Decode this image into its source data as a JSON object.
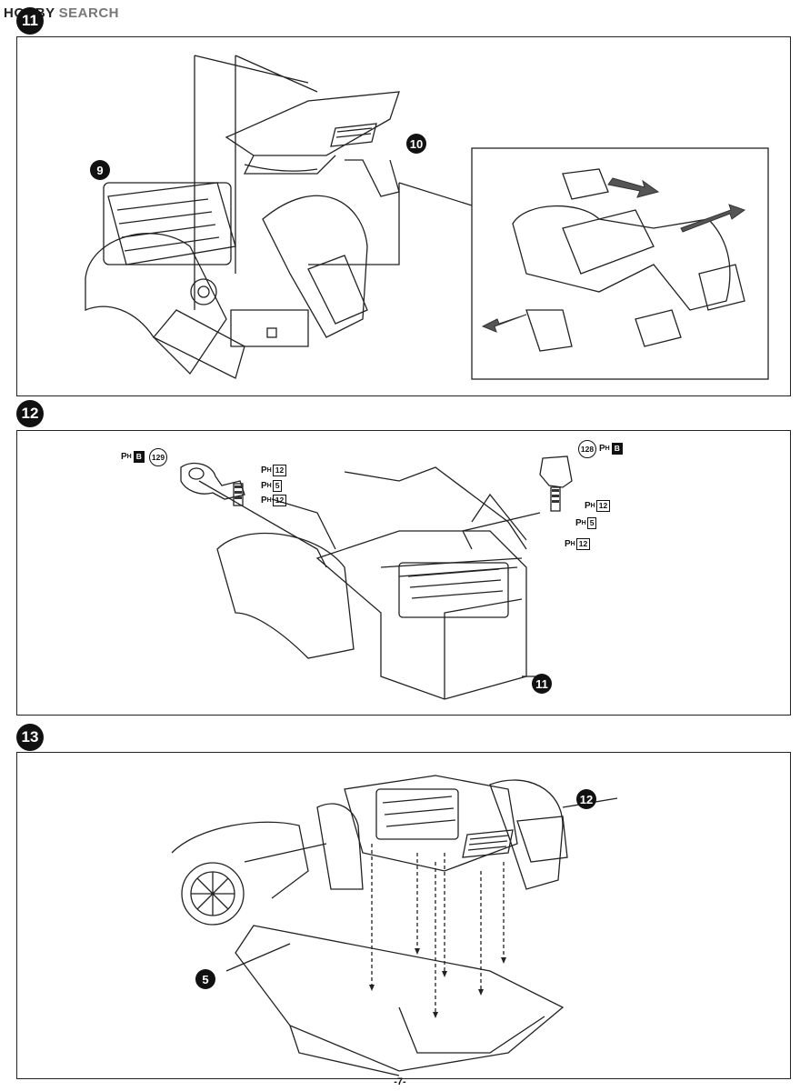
{
  "header": {
    "logo_mark": "HOBBY",
    "logo_text": "SEARCH"
  },
  "steps": [
    {
      "number": "11"
    },
    {
      "number": "12"
    },
    {
      "number": "13"
    }
  ],
  "step11": {
    "callout_a": "9",
    "callout_b": "10"
  },
  "step12": {
    "left_part": "129",
    "left_part_label": "P",
    "left_part_sub": "H",
    "left_part_box": "B",
    "left_screws": [
      {
        "prefix": "P",
        "sub": "H",
        "size": "12"
      },
      {
        "prefix": "P",
        "sub": "H",
        "size": "5"
      },
      {
        "prefix": "P",
        "sub": "H",
        "size": "12"
      }
    ],
    "right_part": "128",
    "right_part_label": "P",
    "right_part_sub": "H",
    "right_part_box": "B",
    "right_screws": [
      {
        "prefix": "P",
        "sub": "H",
        "size": "12"
      },
      {
        "prefix": "P",
        "sub": "H",
        "size": "5"
      },
      {
        "prefix": "P",
        "sub": "H",
        "size": "12"
      }
    ],
    "callout": "11"
  },
  "step13": {
    "callout_a": "12",
    "callout_b": "5"
  },
  "footer": {
    "page": "-7-"
  }
}
